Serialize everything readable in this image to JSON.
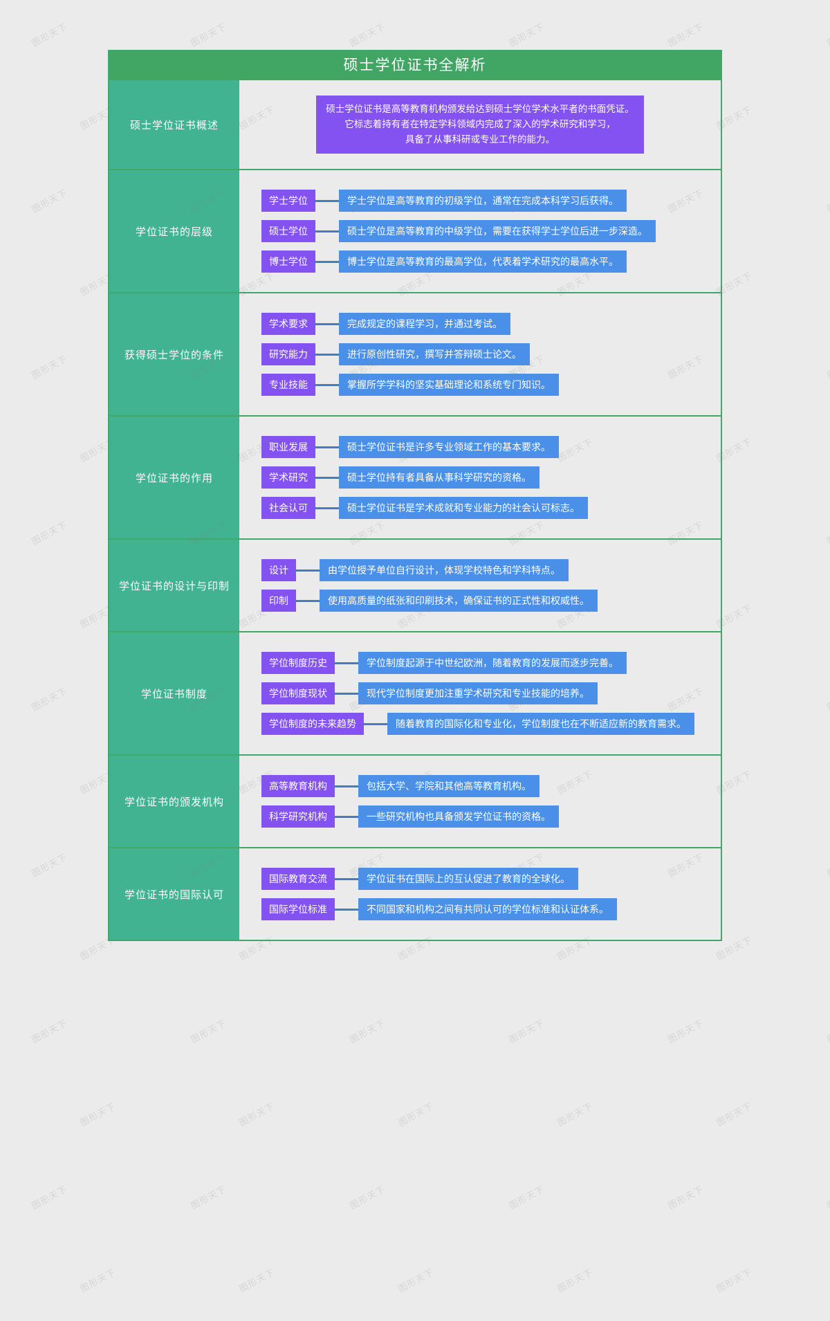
{
  "title": "硕士学位证书全解析",
  "colors": {
    "title_bar": "#41a563",
    "category": "#41b391",
    "tag": "#8352f0",
    "desc": "#4a90e8",
    "connector": "#2f72bd",
    "page_bg": "#ebebeb",
    "border": "#3fa86a"
  },
  "watermark": "图形天下",
  "sections": [
    {
      "category": "硕士学位证书概述",
      "type": "overview",
      "lines": [
        "硕士学位证书是高等教育机构颁发给达到硕士学位学术水平者的书面凭证。",
        "它标志着持有者在特定学科领域内完成了深入的学术研究和学习，",
        "具备了从事科研或专业工作的能力。"
      ]
    },
    {
      "category": "学位证书的层级",
      "type": "items",
      "items": [
        {
          "tag": "学士学位",
          "desc": "学士学位是高等教育的初级学位，通常在完成本科学习后获得。"
        },
        {
          "tag": "硕士学位",
          "desc": "硕士学位是高等教育的中级学位，需要在获得学士学位后进一步深造。"
        },
        {
          "tag": "博士学位",
          "desc": "博士学位是高等教育的最高学位，代表着学术研究的最高水平。"
        }
      ]
    },
    {
      "category": "获得硕士学位的条件",
      "type": "items",
      "items": [
        {
          "tag": "学术要求",
          "desc": "完成规定的课程学习，并通过考试。"
        },
        {
          "tag": "研究能力",
          "desc": "进行原创性研究，撰写并答辩硕士论文。"
        },
        {
          "tag": "专业技能",
          "desc": "掌握所学学科的坚实基础理论和系统专门知识。"
        }
      ]
    },
    {
      "category": "学位证书的作用",
      "type": "items",
      "items": [
        {
          "tag": "职业发展",
          "desc": "硕士学位证书是许多专业领域工作的基本要求。"
        },
        {
          "tag": "学术研究",
          "desc": "硕士学位持有者具备从事科学研究的资格。"
        },
        {
          "tag": "社会认可",
          "desc": "硕士学位证书是学术成就和专业能力的社会认可标志。"
        }
      ]
    },
    {
      "category": "学位证书的设计与印制",
      "type": "items",
      "items": [
        {
          "tag": "设计",
          "desc": "由学位授予单位自行设计，体现学校特色和学科特点。"
        },
        {
          "tag": "印制",
          "desc": "使用高质量的纸张和印刷技术，确保证书的正式性和权威性。"
        }
      ]
    },
    {
      "category": "学位证书制度",
      "type": "items",
      "items": [
        {
          "tag": "学位制度历史",
          "desc": "学位制度起源于中世纪欧洲，随着教育的发展而逐步完善。"
        },
        {
          "tag": "学位制度现状",
          "desc": "现代学位制度更加注重学术研究和专业技能的培养。"
        },
        {
          "tag": "学位制度的未来趋势",
          "desc": "随着教育的国际化和专业化，学位制度也在不断适应新的教育需求。"
        }
      ]
    },
    {
      "category": "学位证书的颁发机构",
      "type": "items",
      "items": [
        {
          "tag": "高等教育机构",
          "desc": "包括大学、学院和其他高等教育机构。"
        },
        {
          "tag": "科学研究机构",
          "desc": "一些研究机构也具备颁发学位证书的资格。"
        }
      ]
    },
    {
      "category": "学位证书的国际认可",
      "type": "items",
      "items": [
        {
          "tag": "国际教育交流",
          "desc": "学位证书在国际上的互认促进了教育的全球化。"
        },
        {
          "tag": "国际学位标准",
          "desc": "不同国家和机构之间有共同认可的学位标准和认证体系。"
        }
      ]
    }
  ]
}
